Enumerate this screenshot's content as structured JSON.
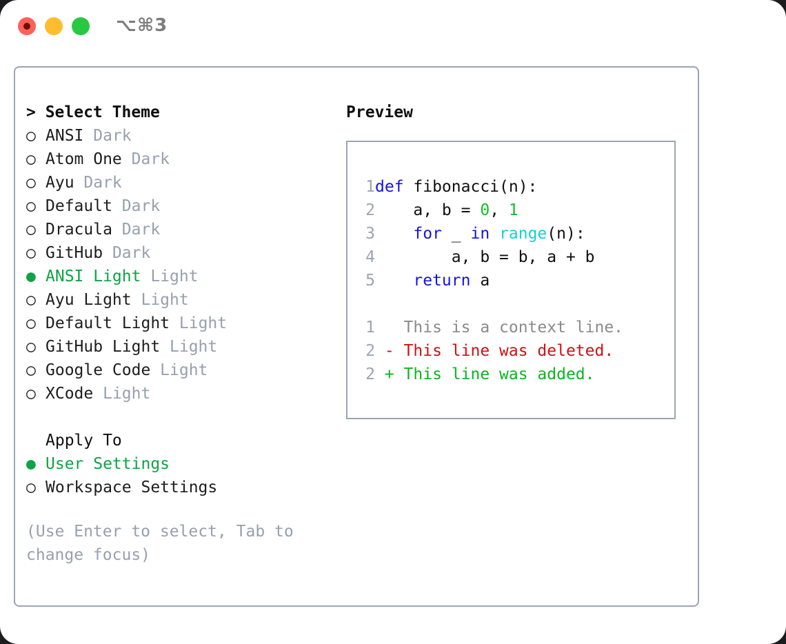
{
  "window": {
    "shortcut": "⌥⌘3",
    "traffic_lights": [
      {
        "name": "close",
        "color": "#ff6159"
      },
      {
        "name": "minimize",
        "color": "#ffbd2e"
      },
      {
        "name": "maximize",
        "color": "#26c940"
      }
    ]
  },
  "theme_panel": {
    "header": "> Select Theme",
    "marker_selected": "●",
    "marker_unselected": "○",
    "items": [
      {
        "marker": "○",
        "name": "ANSI",
        "tag": "Dark",
        "selected": false
      },
      {
        "marker": "○",
        "name": "Atom One",
        "tag": "Dark",
        "selected": false
      },
      {
        "marker": "○",
        "name": "Ayu",
        "tag": "Dark",
        "selected": false
      },
      {
        "marker": "○",
        "name": "Default",
        "tag": "Dark",
        "selected": false
      },
      {
        "marker": "○",
        "name": "Dracula",
        "tag": "Dark",
        "selected": false
      },
      {
        "marker": "○",
        "name": "GitHub",
        "tag": "Dark",
        "selected": false
      },
      {
        "marker": "●",
        "name": "ANSI Light",
        "tag": "Light",
        "selected": true
      },
      {
        "marker": "○",
        "name": "Ayu Light",
        "tag": "Light",
        "selected": false
      },
      {
        "marker": "○",
        "name": "Default Light",
        "tag": "Light",
        "selected": false
      },
      {
        "marker": "○",
        "name": "GitHub Light",
        "tag": "Light",
        "selected": false
      },
      {
        "marker": "○",
        "name": "Google Code",
        "tag": "Light",
        "selected": false
      },
      {
        "marker": "○",
        "name": "XCode",
        "tag": "Light",
        "selected": false
      }
    ]
  },
  "apply_to": {
    "header": "Apply To",
    "items": [
      {
        "marker": "●",
        "name": "User Settings",
        "selected": true
      },
      {
        "marker": "○",
        "name": "Workspace Settings",
        "selected": false
      }
    ]
  },
  "hint": "(Use Enter to select, Tab to change focus)",
  "preview": {
    "header": "Preview",
    "code_lines": [
      {
        "no": "1",
        "tokens": [
          {
            "t": "def",
            "c": "kw"
          },
          {
            "t": " fibonacci(n):",
            "c": "pln"
          }
        ]
      },
      {
        "no": "2",
        "tokens": [
          {
            "t": "    a, b = ",
            "c": "pln"
          },
          {
            "t": "0",
            "c": "num"
          },
          {
            "t": ", ",
            "c": "pln"
          },
          {
            "t": "1",
            "c": "num"
          }
        ]
      },
      {
        "no": "3",
        "tokens": [
          {
            "t": "    ",
            "c": "pln"
          },
          {
            "t": "for",
            "c": "kw"
          },
          {
            "t": " _ ",
            "c": "pln"
          },
          {
            "t": "in",
            "c": "kw"
          },
          {
            "t": " ",
            "c": "pln"
          },
          {
            "t": "range",
            "c": "bi"
          },
          {
            "t": "(n):",
            "c": "pln"
          }
        ]
      },
      {
        "no": "4",
        "tokens": [
          {
            "t": "        a, b = b, a + b",
            "c": "pln"
          }
        ]
      },
      {
        "no": "5",
        "tokens": [
          {
            "t": "    ",
            "c": "pln"
          },
          {
            "t": "return",
            "c": "kw"
          },
          {
            "t": " a",
            "c": "pln"
          }
        ]
      }
    ],
    "diff_lines": [
      {
        "no": "1",
        "tokens": [
          {
            "t": "   This is a context line.",
            "c": "ctx"
          }
        ]
      },
      {
        "no": "2",
        "tokens": [
          {
            "t": " - This line was deleted.",
            "c": "del"
          }
        ]
      },
      {
        "no": "2",
        "tokens": [
          {
            "t": " + This line was added.",
            "c": "add"
          }
        ]
      }
    ]
  },
  "colors": {
    "accent_green": "#0ea344",
    "muted": "#96a0ae",
    "border": "#9aa5b3",
    "keyword": "#1414e0",
    "builtin": "#17cfd4",
    "number": "#0fc024",
    "diff_add": "#0ab51f",
    "diff_del": "#cc1111",
    "diff_ctx": "#8a8a8a"
  }
}
